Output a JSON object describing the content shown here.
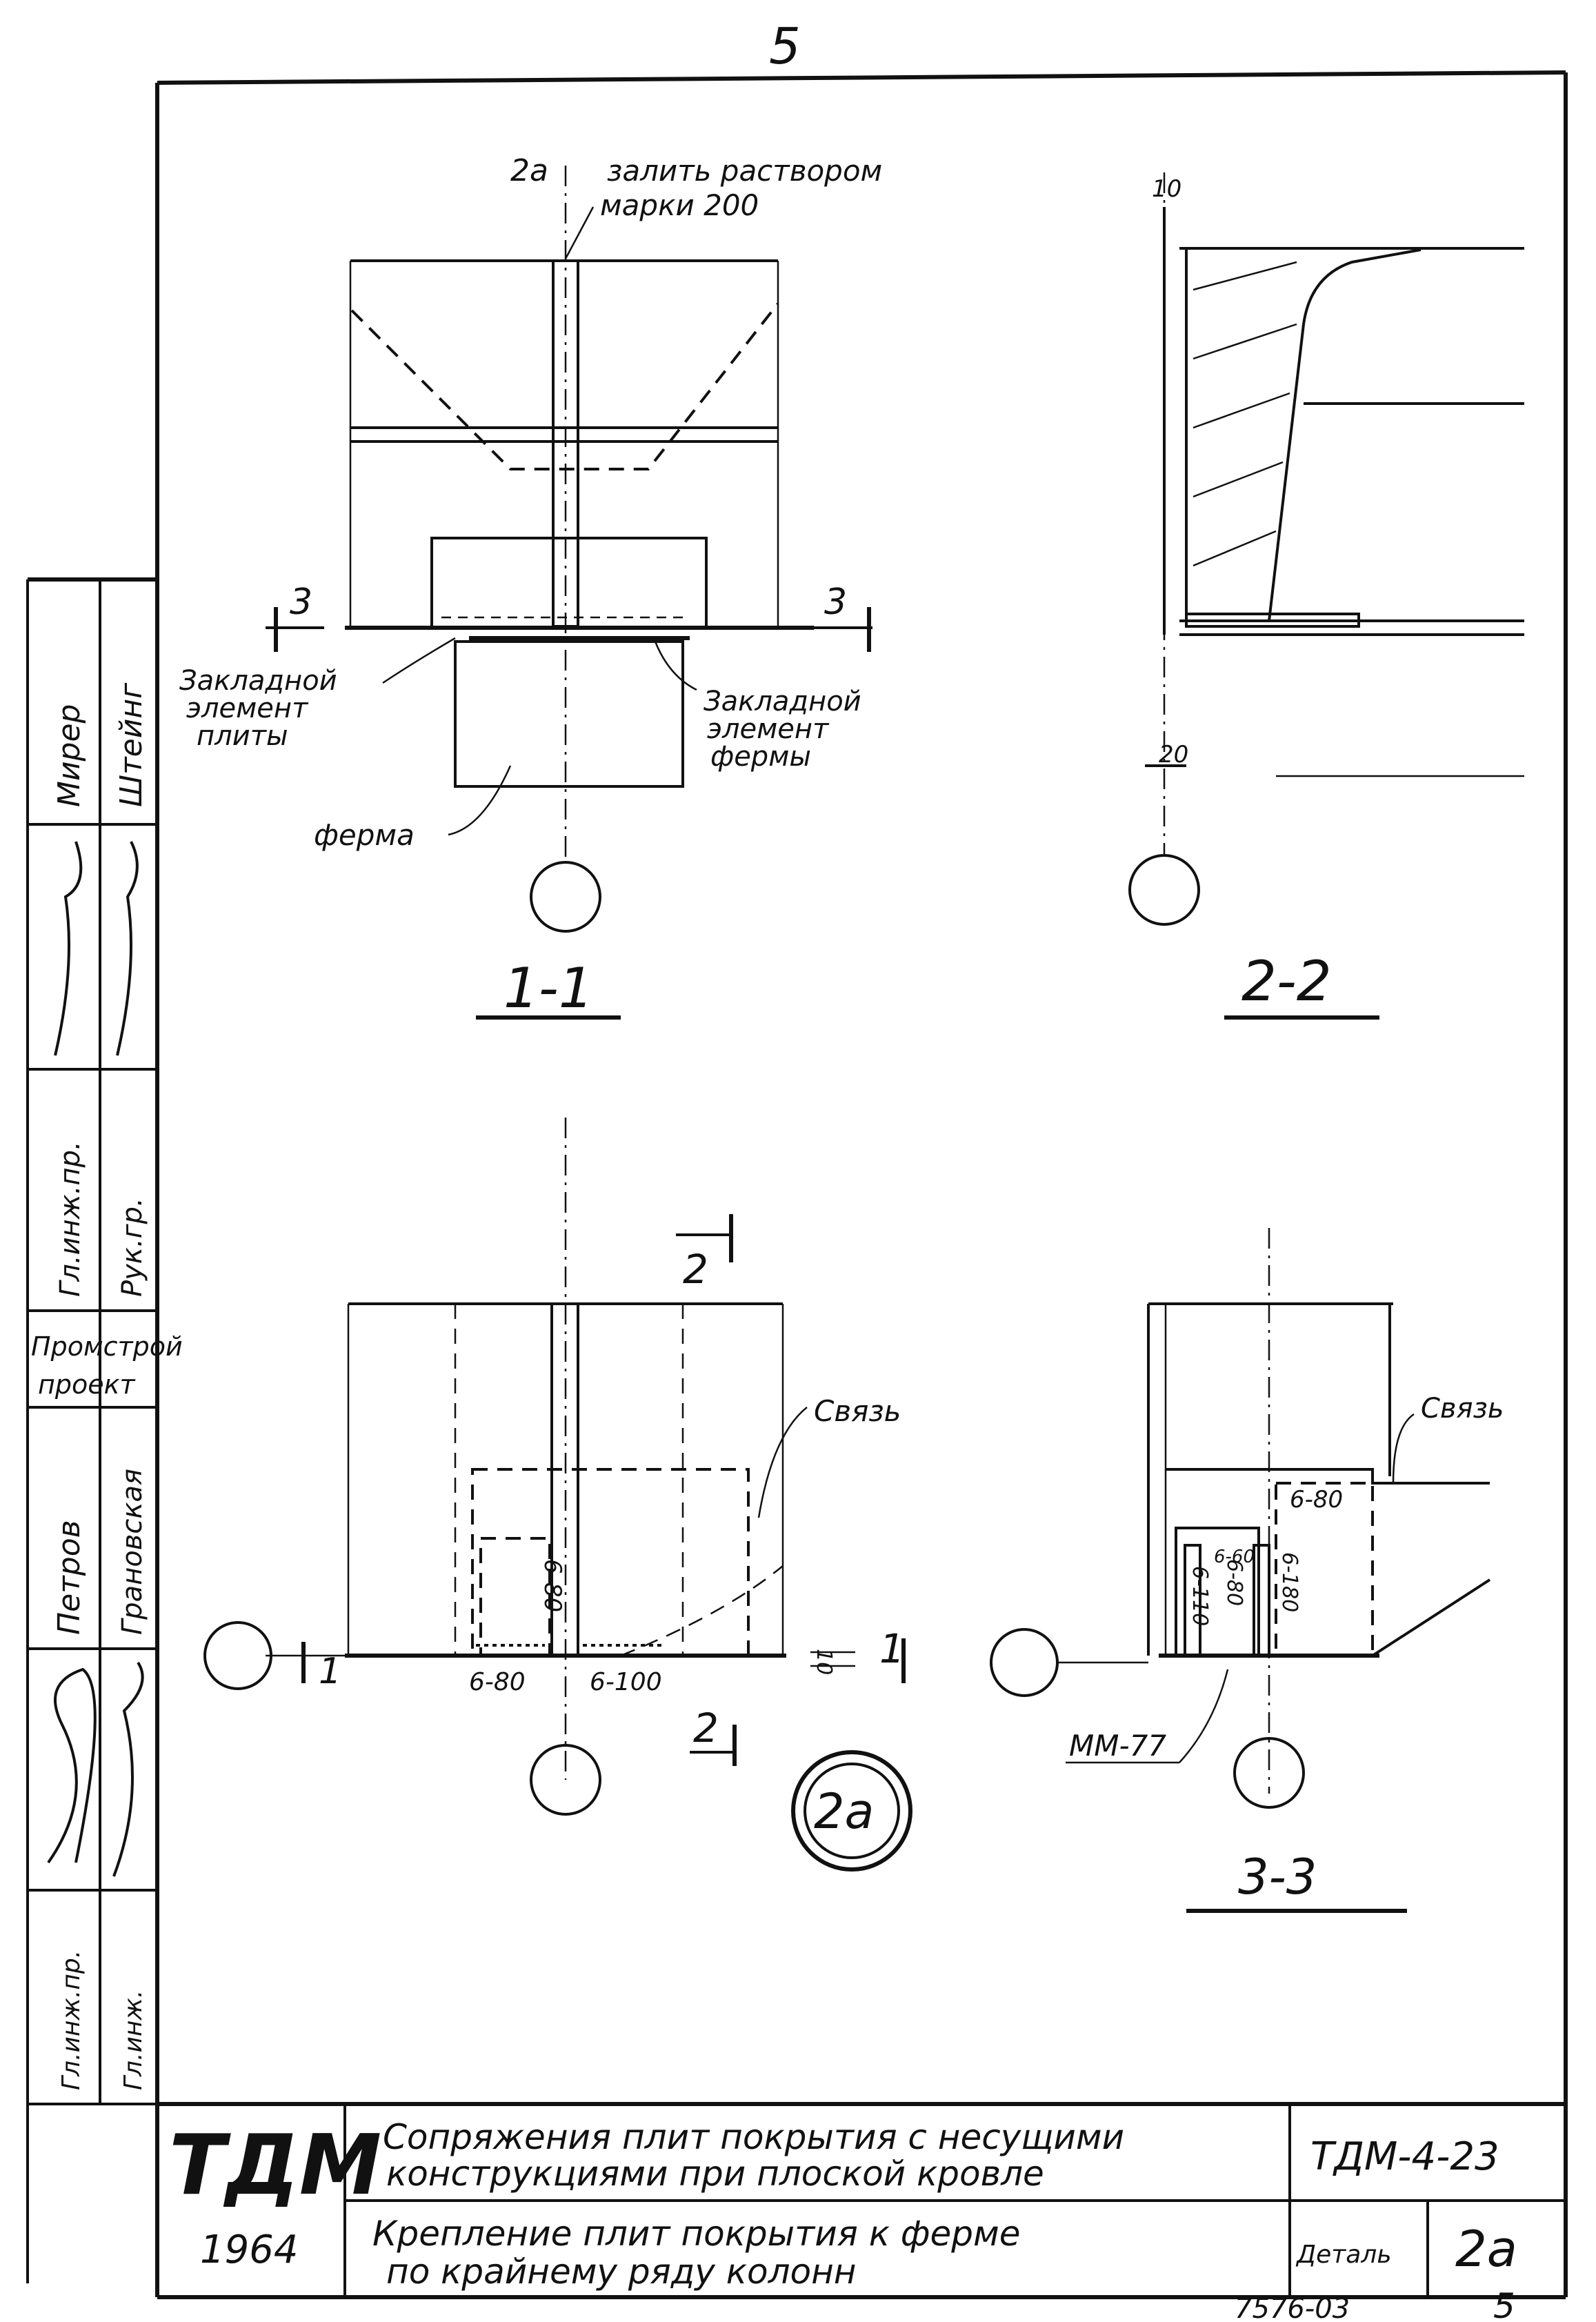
{
  "page": {
    "top_number": "5",
    "bottom_number": "5",
    "sheet_code": "7576-03"
  },
  "section_1_1": {
    "title": "1-1",
    "note_marker": "2a",
    "note_line1": "залить раствором",
    "note_line2": "марки 200",
    "cut_mark_left": "3",
    "cut_mark_right": "3",
    "label_plate_embed": [
      "Закладной",
      "элемент",
      "плиты"
    ],
    "label_truss_embed": [
      "Закладной",
      "элемент",
      "фермы"
    ],
    "label_truss": "ферма"
  },
  "section_2_2": {
    "title": "2-2",
    "dim_top": "10",
    "dim_bottom": "20"
  },
  "plan_view": {
    "cut_top": "2",
    "cut_bottom": "2",
    "cut_right": "1",
    "cut_left": "1",
    "link_label": "Связь",
    "weld_vertical": "6-80",
    "weld_left": "6-80",
    "weld_right": "6-100",
    "dim_10": "10",
    "detail_mark": "2a"
  },
  "section_3_3": {
    "title": "3-3",
    "link_label": "Связь",
    "weld_top": "6-80",
    "weld_a": "6-110",
    "weld_b": "6-80",
    "weld_c": "6-60",
    "weld_d": "6-180",
    "element_label": "ММ-77"
  },
  "side_stamp": {
    "cells": [
      "Мирер",
      "Штейнг",
      "Гл.инж.пр.",
      "Рук.гр.",
      "Промстрой",
      "проект",
      "Петров",
      "Грановская",
      "Гл.инж.пр.",
      "Гл.инж."
    ]
  },
  "title_block": {
    "logo": "ТДМ",
    "year": "1964",
    "title_line1": "Сопряжения плит покрытия с несущими",
    "title_line2": "конструкциями при плоской кровле",
    "subtitle_line1": "Крепление плит покрытия к ферме",
    "subtitle_line2": "по крайнему ряду колонн",
    "code": "ТДМ-4-23",
    "detail_label": "Деталь",
    "detail_value": "2а"
  }
}
